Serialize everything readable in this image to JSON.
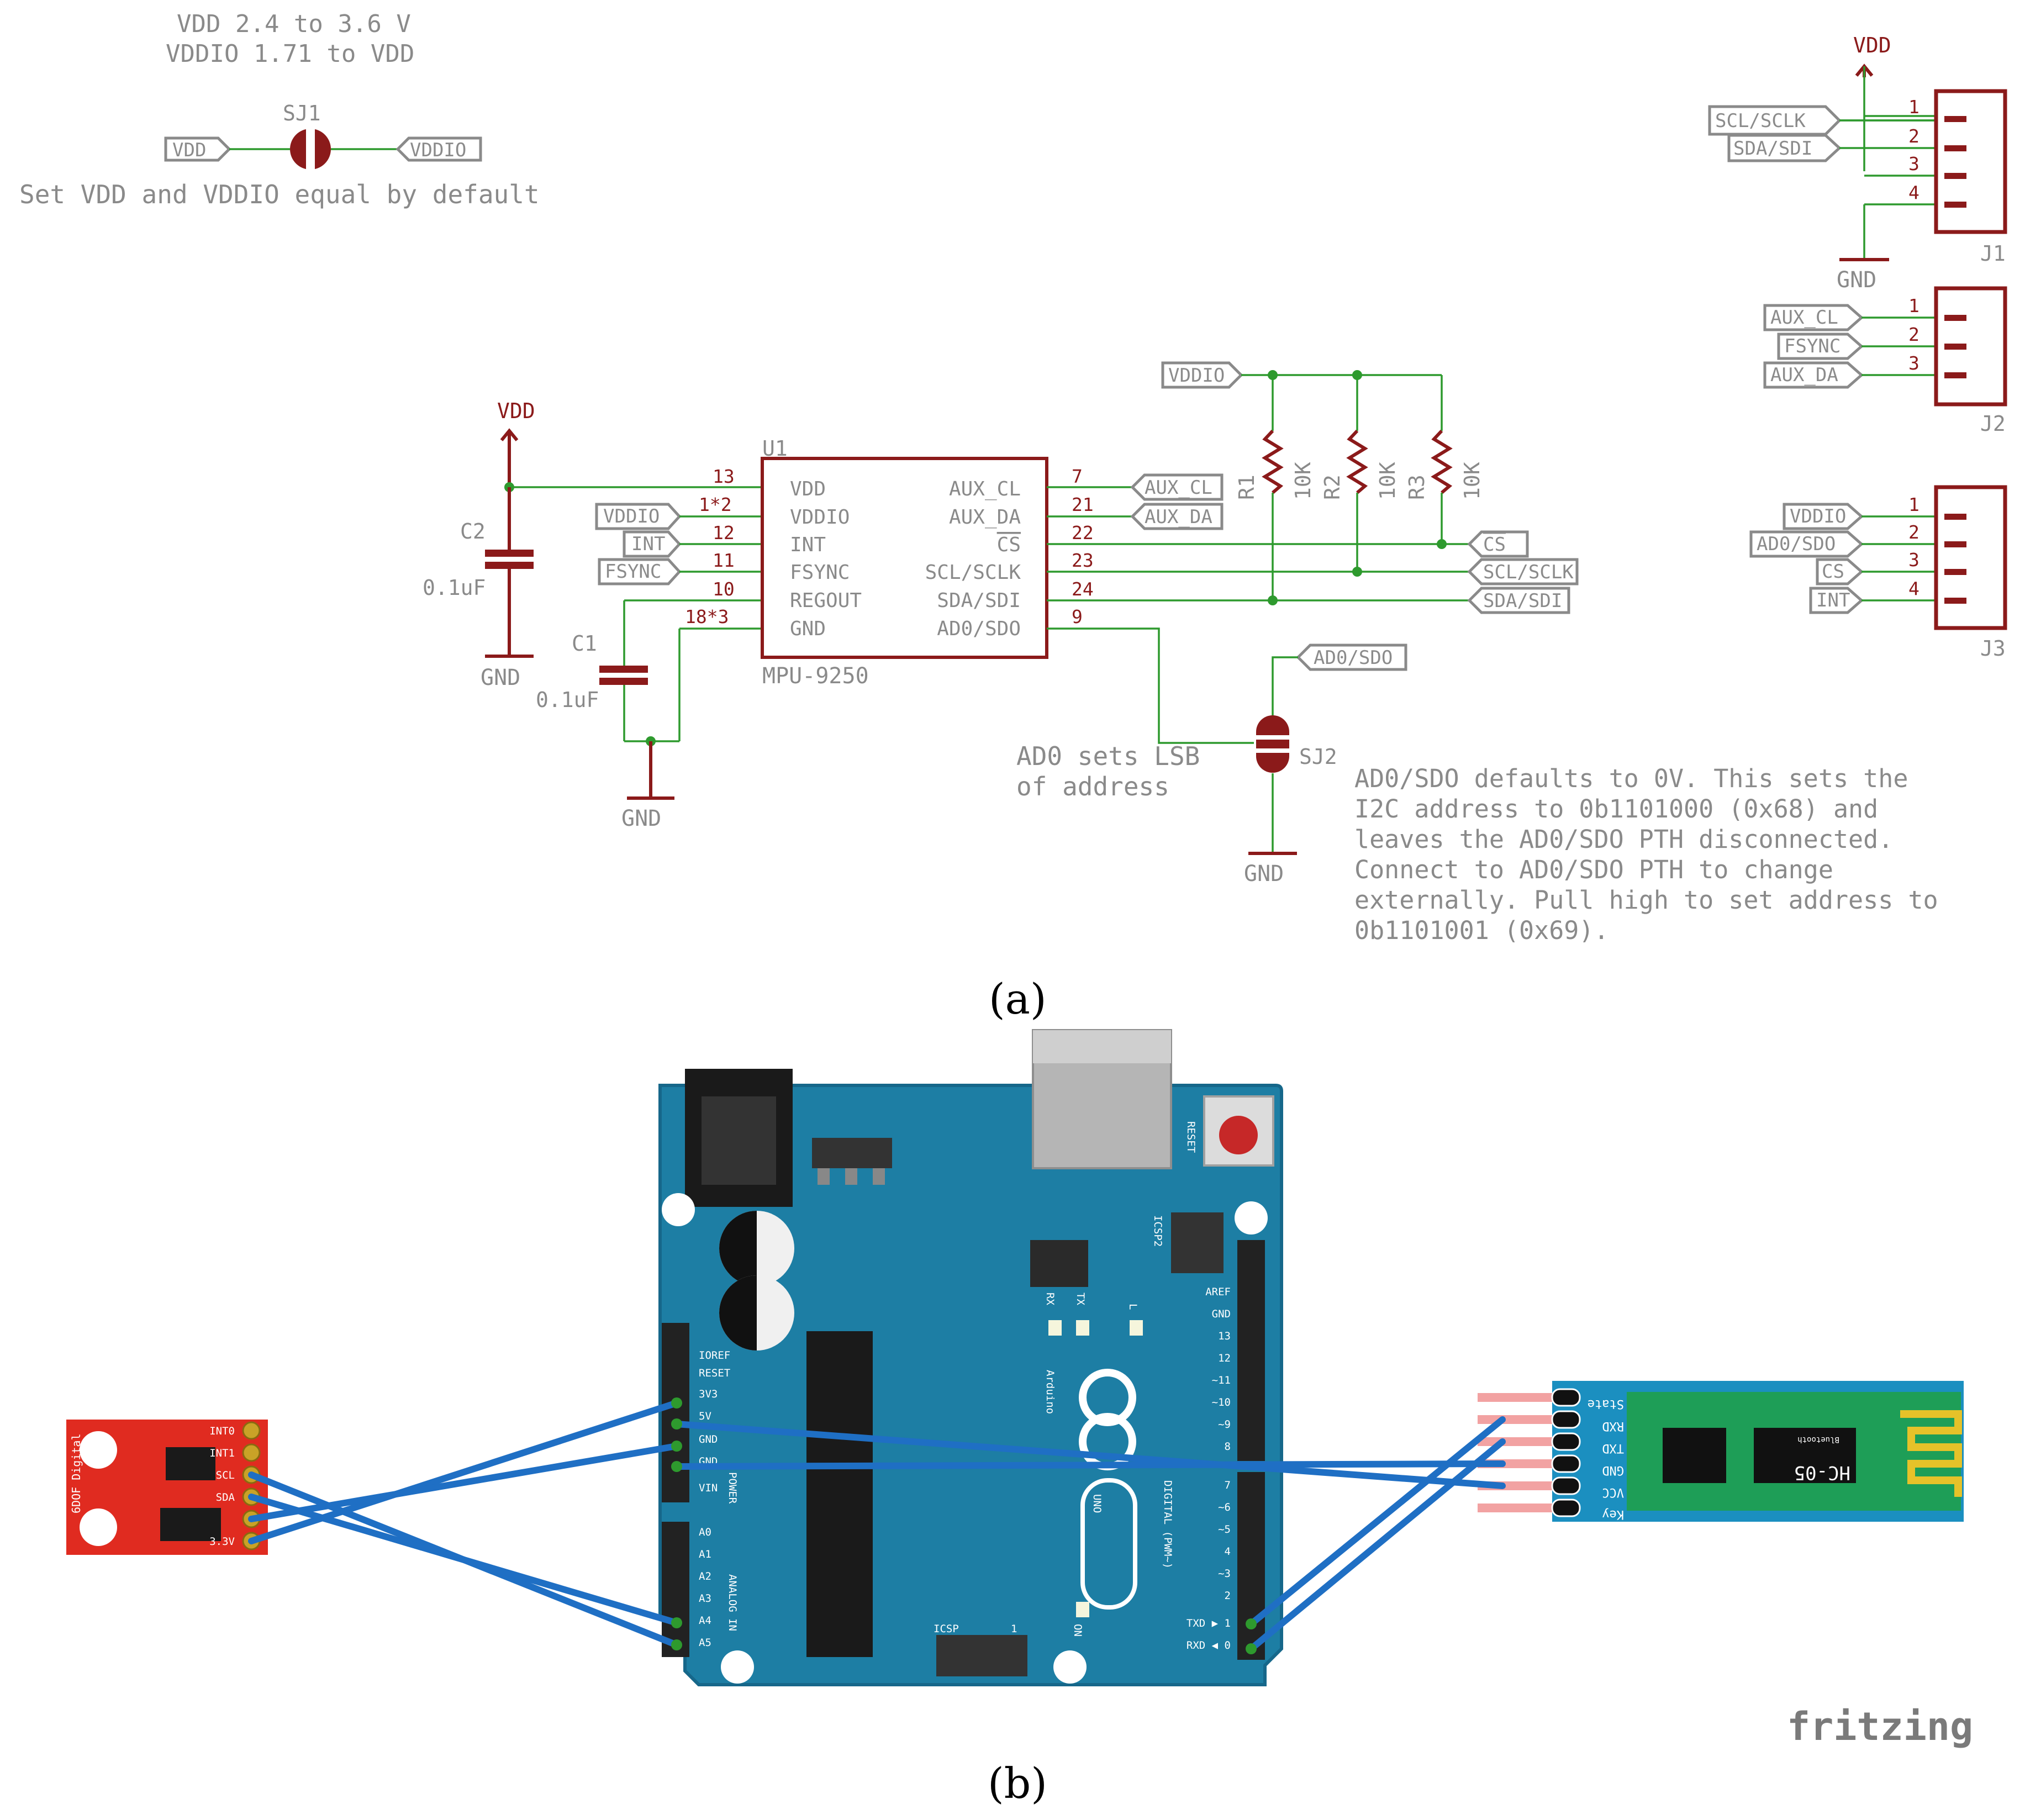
{
  "caption_a": "(a)",
  "caption_b": "(b)",
  "schematic": {
    "power_note_line1": "VDD 2.4 to 3.6 V",
    "power_note_line2": "VDDIO 1.71 to VDD",
    "sj1_label": "SJ1",
    "sj1_left_net": "VDD",
    "sj1_right_net": "VDDIO",
    "sj1_note": "Set VDD and VDDIO equal by default",
    "vdd": "VDD",
    "gnd": "GND",
    "c2_name": "C2",
    "c2_value": "0.1uF",
    "c1_name": "C1",
    "c1_value": "0.1uF",
    "u1_ref": "U1",
    "u1_part": "MPU-9250",
    "u1_left_pins": [
      {
        "num": "13",
        "name": "VDD"
      },
      {
        "num": "1*2",
        "name": "VDDIO"
      },
      {
        "num": "12",
        "name": "INT"
      },
      {
        "num": "11",
        "name": "FSYNC"
      },
      {
        "num": "10",
        "name": "REGOUT"
      },
      {
        "num": "18*3",
        "name": "GND"
      }
    ],
    "u1_right_pins": [
      {
        "num": "7",
        "name": "AUX_CL"
      },
      {
        "num": "21",
        "name": "AUX_DA"
      },
      {
        "num": "22",
        "name": "CS"
      },
      {
        "num": "23",
        "name": "SCL/SCLK"
      },
      {
        "num": "24",
        "name": "SDA/SDI"
      },
      {
        "num": "9",
        "name": "AD0/SDO"
      }
    ],
    "left_nets": [
      "VDDIO",
      "INT",
      "FSYNC"
    ],
    "right_nets": [
      "AUX_CL",
      "AUX_DA",
      "CS",
      "SCL/SCLK",
      "SDA/SDI"
    ],
    "pullup_net": "VDDIO",
    "resistors": [
      {
        "name": "R1",
        "value": "10K"
      },
      {
        "name": "R2",
        "value": "10K"
      },
      {
        "name": "R3",
        "value": "10K"
      }
    ],
    "ad0_net": "AD0/SDO",
    "sj2_label": "SJ2",
    "ad0_note_line1": "AD0 sets LSB",
    "ad0_note_line2": "of address",
    "ad0_desc": [
      "AD0/SDO defaults to 0V.  This sets the",
      "I2C address to 0b1101000 (0x68) and",
      "leaves the AD0/SDO PTH disconnected.",
      "Connect to AD0/SDO PTH to change",
      "externally. Pull high to set address to",
      "0b1101001 (0x69)."
    ],
    "j1": {
      "name": "J1",
      "nets": [
        "SCL/SCLK",
        "SDA/SDI"
      ],
      "pins": [
        "1",
        "2",
        "3",
        "4"
      ],
      "power": "VDD",
      "ground": "GND"
    },
    "j2": {
      "name": "J2",
      "nets": [
        "AUX_CL",
        "FSYNC",
        "AUX_DA"
      ],
      "pins": [
        "1",
        "2",
        "3"
      ]
    },
    "j3": {
      "name": "J3",
      "nets": [
        "VDDIO",
        "AD0/SDO",
        "CS",
        "INT"
      ],
      "pins": [
        "1",
        "2",
        "3",
        "4"
      ]
    }
  },
  "breadboard": {
    "sensor_title": "6DOF Digital",
    "sensor_pins": [
      "INT0",
      "INT1",
      "SCL",
      "SDA",
      "3.3V"
    ],
    "arduino": {
      "reset": "RESET",
      "icsp2": "ICSP2",
      "rx": "RX",
      "tx": "TX",
      "l": "L",
      "brand": "Arduino",
      "model": "UNO",
      "on": "ON",
      "icsp": "ICSP",
      "icsp_pin": "1",
      "power_header": "POWER",
      "analog_header": "ANALOG IN",
      "digital_header": "DIGITAL (PWM~)",
      "left_pins": [
        "IOREF",
        "RESET",
        "3V3",
        "5V",
        "GND",
        "GND",
        "VIN"
      ],
      "analog_pins": [
        "A0",
        "A1",
        "A2",
        "A3",
        "A4",
        "A5"
      ],
      "digital_upper": [
        "AREF",
        "GND",
        "13",
        "12",
        "~11",
        "~10",
        "~9",
        "8"
      ],
      "digital_lower": [
        "7",
        "~6",
        "~5",
        "4",
        "~3",
        "2",
        "TXD ▶ 1",
        "RXD ◀ 0"
      ]
    },
    "bt_module": {
      "model": "HC-05",
      "sub": "Bluetooth",
      "pins": [
        "State",
        "RXD",
        "TXD",
        "GND",
        "VCC",
        "Key"
      ]
    },
    "watermark": "fritzing",
    "colors": {
      "wire": "#1f6fc4",
      "board": "#1d7ea4",
      "sensor": "#e02b20",
      "bt": "#1b8fc0",
      "schematic": "#8b1a1a",
      "net": "#2e9a2e"
    }
  }
}
